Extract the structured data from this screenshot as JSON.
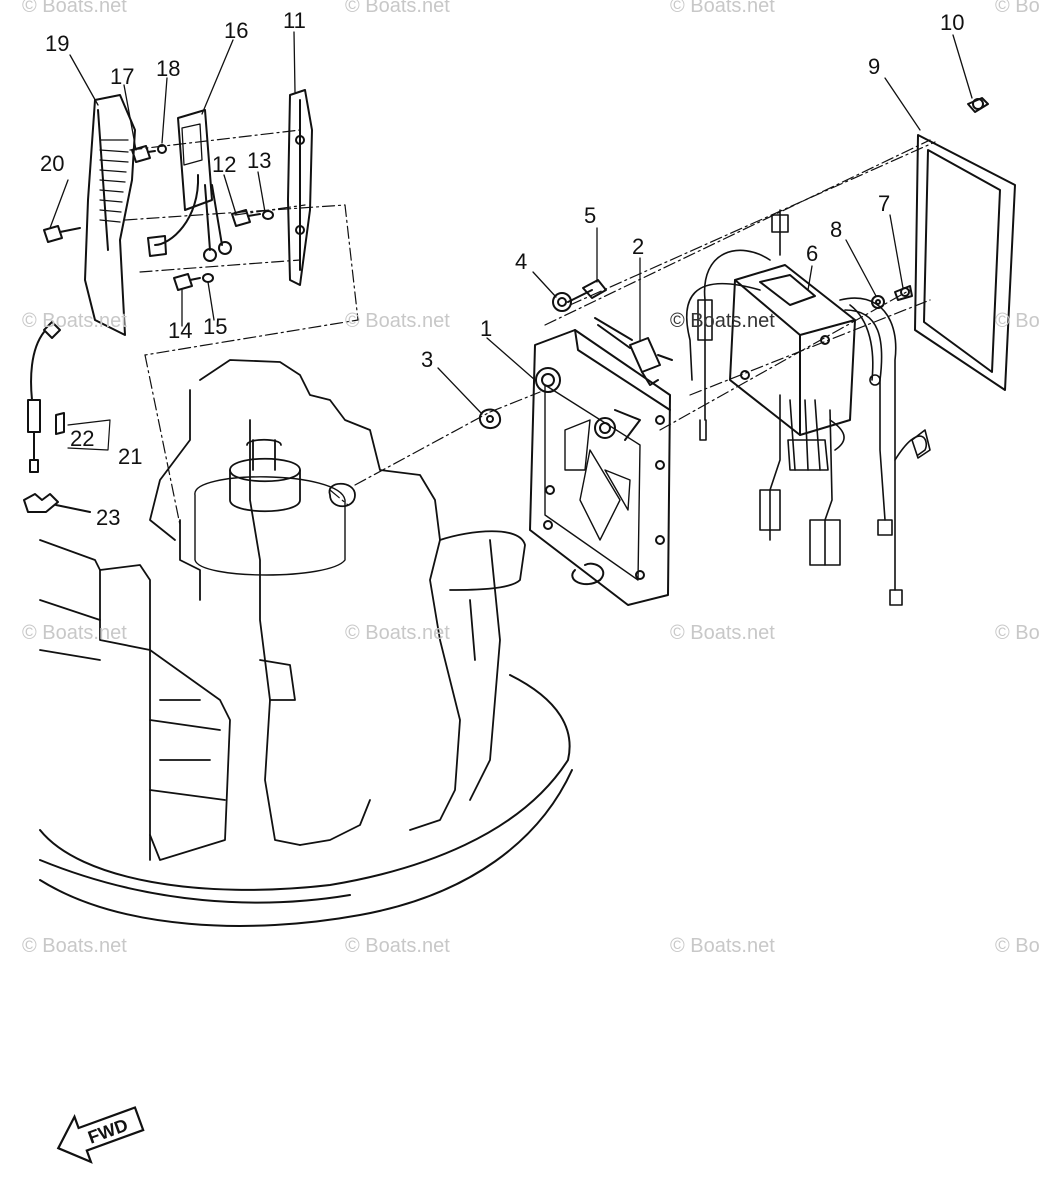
{
  "watermark": "© Boats.net",
  "watermark_partial": "© Bo",
  "direction_label": "FWD",
  "parts": [
    {
      "id": "1",
      "label": "1"
    },
    {
      "id": "2",
      "label": "2"
    },
    {
      "id": "3",
      "label": "3"
    },
    {
      "id": "4",
      "label": "4"
    },
    {
      "id": "5",
      "label": "5"
    },
    {
      "id": "6",
      "label": "6"
    },
    {
      "id": "7",
      "label": "7"
    },
    {
      "id": "8",
      "label": "8"
    },
    {
      "id": "9",
      "label": "9"
    },
    {
      "id": "10",
      "label": "10"
    },
    {
      "id": "11",
      "label": "11"
    },
    {
      "id": "12",
      "label": "12"
    },
    {
      "id": "13",
      "label": "13"
    },
    {
      "id": "14",
      "label": "14"
    },
    {
      "id": "15",
      "label": "15"
    },
    {
      "id": "16",
      "label": "16"
    },
    {
      "id": "17",
      "label": "17"
    },
    {
      "id": "18",
      "label": "18"
    },
    {
      "id": "19",
      "label": "19"
    },
    {
      "id": "20",
      "label": "20"
    },
    {
      "id": "21",
      "label": "21"
    },
    {
      "id": "22",
      "label": "22"
    },
    {
      "id": "23",
      "label": "23"
    }
  ]
}
